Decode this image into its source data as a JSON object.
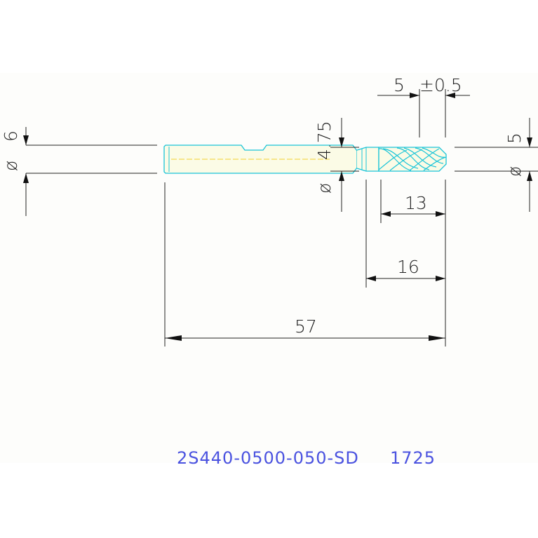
{
  "drawing": {
    "dimensions": {
      "shank_dia_symbol": "ø",
      "shank_dia_value": "6",
      "cut_dia_symbol": "ø",
      "cut_dia_value": "5",
      "neck_dia_symbol": "ø",
      "neck_dia_value": "4.75",
      "flute_pitch_value": "5",
      "flute_pitch_tol": "±0.5",
      "flute_length": "13",
      "neck_length": "16",
      "overall_length": "57"
    },
    "caption": {
      "part_number": "2S440-0500-050-SD",
      "code": "1725"
    }
  }
}
